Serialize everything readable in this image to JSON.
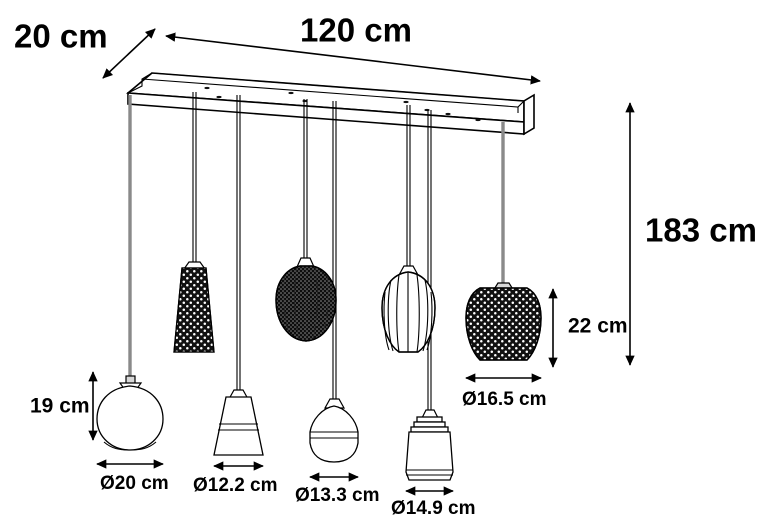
{
  "drawing": {
    "title": "Pendant lamp technical dimension drawing",
    "units": "cm",
    "background_color": "#ffffff",
    "line_color": "#000000",
    "cord_gray": "#8a8a8a",
    "shade_dark": "#111111"
  },
  "dimensions": {
    "depth": "20 cm",
    "width": "120 cm",
    "total_height": "183 cm",
    "shade_height_left": "19 cm",
    "shade_height_right": "22 cm"
  },
  "shades": [
    {
      "id": "shade-1",
      "name": "globe-shade",
      "style": "white glass globe",
      "diameter_label": "Ø20 cm",
      "height_label": "19 cm",
      "color": "#ffffff"
    },
    {
      "id": "shade-2",
      "name": "cone-shade",
      "style": "white tapered cone",
      "diameter_label": "Ø12.2 cm",
      "color": "#ffffff"
    },
    {
      "id": "shade-3",
      "name": "pot-shade",
      "style": "white rounded urn",
      "diameter_label": "Ø13.3 cm",
      "color": "#ffffff"
    },
    {
      "id": "shade-4",
      "name": "jar-shade",
      "style": "white ribbed jar",
      "diameter_label": "Ø14.9 cm",
      "color": "#ffffff"
    },
    {
      "id": "shade-5",
      "name": "bell-shade",
      "style": "black perforated bell",
      "diameter_label": "Ø16.5 cm",
      "height_label": "22 cm",
      "color": "#111111"
    }
  ],
  "upper_shades": [
    {
      "id": "upper-1",
      "name": "tapered-perforated-shade",
      "style": "black perforated tapered"
    },
    {
      "id": "upper-2",
      "name": "mesh-round-shade",
      "style": "black wire mesh rounded"
    },
    {
      "id": "upper-3",
      "name": "fluted-cylinder-shade",
      "style": "ribbed cylinder outline"
    },
    {
      "id": "upper-4",
      "name": "perforated-bell-shade",
      "style": "black perforated bell"
    }
  ],
  "ceiling_plate": {
    "name": "rectangular ceiling plate",
    "hole_count": 8
  },
  "labels": {
    "depth": "20 cm",
    "width": "120 cm",
    "height": "183 cm",
    "h_left": "19 cm",
    "h_right": "22 cm",
    "d1": "Ø20 cm",
    "d2": "Ø12.2 cm",
    "d3": "Ø13.3 cm",
    "d4": "Ø14.9 cm",
    "d5": "Ø16.5 cm"
  }
}
